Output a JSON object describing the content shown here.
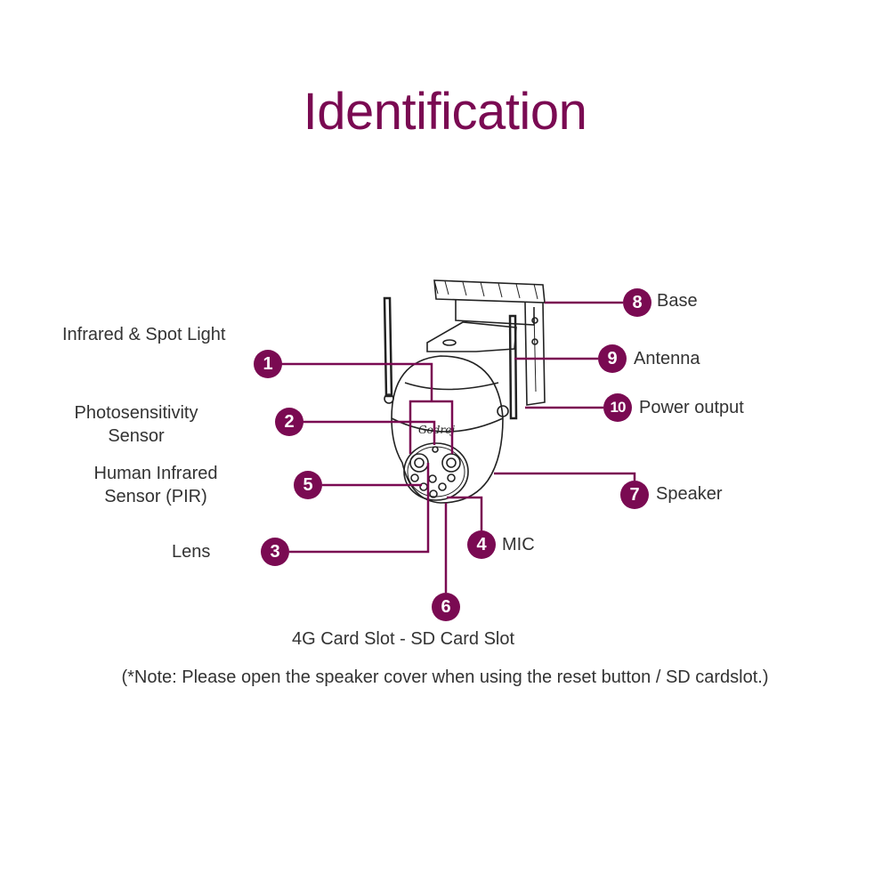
{
  "title": "Identification",
  "accent_color": "#7a0a52",
  "callouts": [
    {
      "number": "1",
      "label": "Infrared & Spot Light"
    },
    {
      "number": "2",
      "label_line1": "Photosensitivity",
      "label_line2": "Sensor"
    },
    {
      "number": "3",
      "label": "Lens"
    },
    {
      "number": "4",
      "label": "MIC"
    },
    {
      "number": "5",
      "label_line1": "Human Infrared",
      "label_line2": "Sensor (PIR)"
    },
    {
      "number": "6",
      "label": "4G Card Slot - SD Card Slot"
    },
    {
      "number": "7",
      "label": "Speaker"
    },
    {
      "number": "8",
      "label": "Base"
    },
    {
      "number": "9",
      "label": "Antenna"
    },
    {
      "number": "10",
      "label": "Power output"
    }
  ],
  "note": "(*Note: Please open the speaker cover when using the reset button / SD cardslot.)",
  "brand_mark": "Godrej"
}
